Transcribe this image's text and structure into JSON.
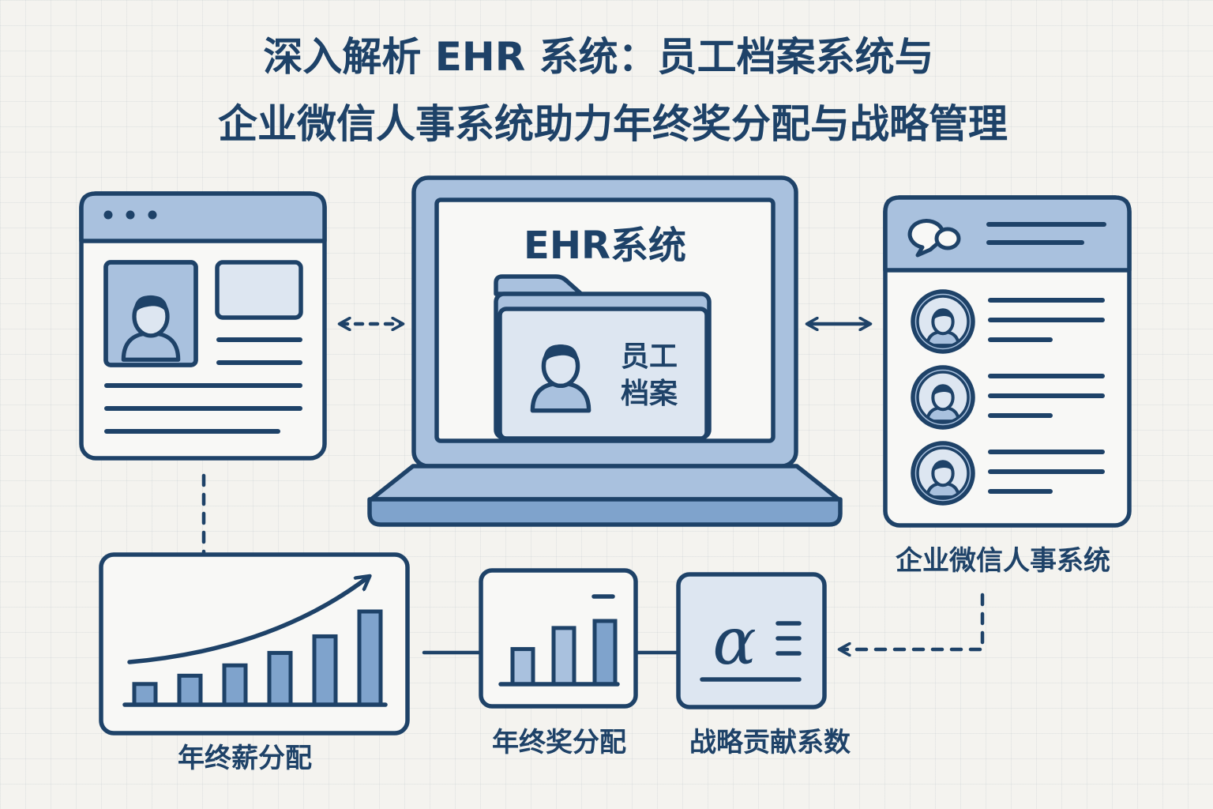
{
  "title": {
    "line1": "深入解析 EHR 系统：员工档案系统与",
    "line2": "企业微信人事系统助力年终奖分配与战略管理"
  },
  "laptop": {
    "screen_title": "EHR系统",
    "folder_label_line1": "员工",
    "folder_label_line2": "档案"
  },
  "wechat_panel": {
    "label": "企业微信人事系统"
  },
  "salary_chart": {
    "label": "年终薪分配"
  },
  "bonus_chart": {
    "label": "年终奖分配"
  },
  "coefficient": {
    "symbol": "α",
    "label": "战略贡献系数"
  },
  "colors": {
    "stroke": "#1e4268",
    "fill_light": "#dde6f1",
    "fill_mid": "#a9c1de",
    "fill_dark": "#7fa3cc",
    "background": "#f4f3ef"
  },
  "chart_data": [
    {
      "type": "bar",
      "label": "年终薪分配",
      "values": [
        1,
        1.4,
        1.9,
        2.5,
        3.3,
        4.5
      ],
      "trend_arrow": "up"
    },
    {
      "type": "bar",
      "label": "年终奖分配",
      "values": [
        2,
        3.2,
        3.6
      ],
      "trend_arrow": "none"
    }
  ]
}
